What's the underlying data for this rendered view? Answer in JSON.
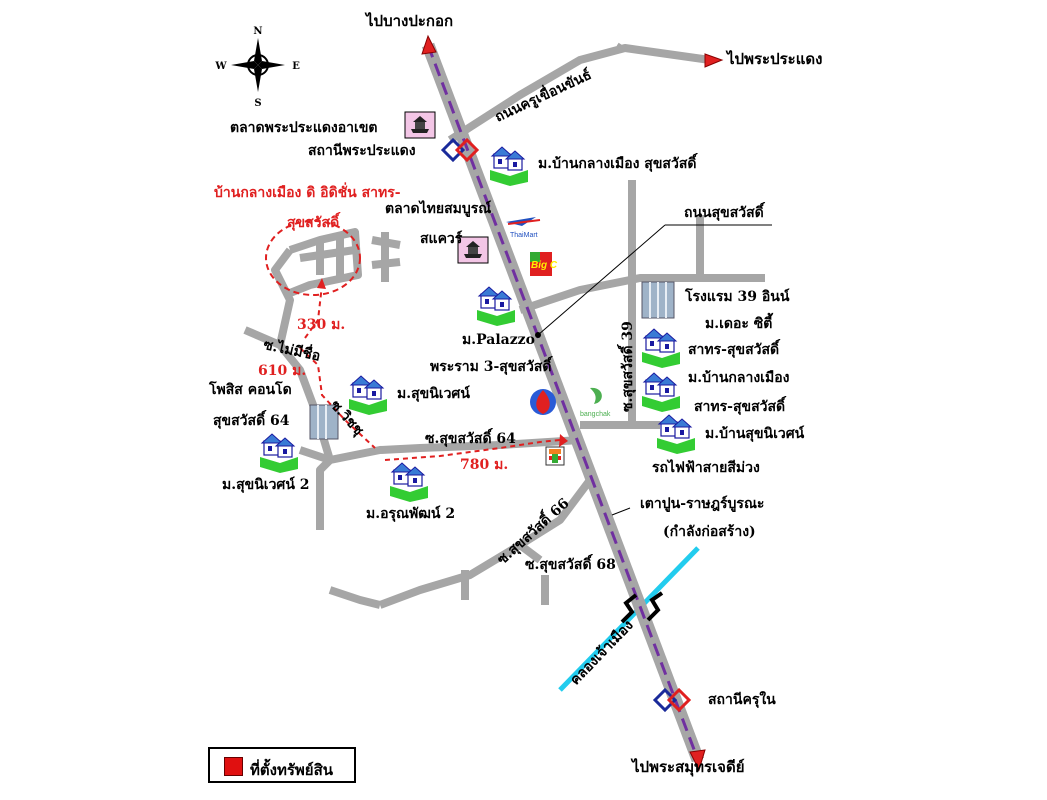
{
  "compass": {
    "n": "N",
    "s": "S",
    "e": "E",
    "w": "W"
  },
  "labels": {
    "to_bang_pakok": "ไปบางปะกอก",
    "to_phra_pradaeng": "ไปพระประแดง",
    "to_samut_prakan": "ไปพระสมุทรเจดีย์",
    "road_khueankhan": "ถนนครูเขื่อนขันธ์",
    "market_phra_pradaeng": "ตลาดพระประแดงอาเขต",
    "station_phra_pradaeng": "สถานีพระประแดง",
    "village_bankmuang": "ม.บ้านกลางเมือง สุขสวัสดิ์",
    "project_name": "บ้านกลางเมือง ดิ อิดิชั่น สาทร-",
    "project_name_2": "สุขสวัสดิ์",
    "thai_somboon_1": "ตลาดไทยสมบูรณ์",
    "thai_somboon_2": "สแควร์",
    "road_suksawat": "ถนนสุขสวัสดิ์",
    "hotel_39": "โรงแรม 39 อินน์",
    "soi_39": "ซ.สุขสวัสดิ์ 39",
    "the_city": "ม.เดอะ ซิตี้",
    "palazzo": "ม.Palazzo",
    "rama3": "พระราม 3-สุขสวัสดิ์",
    "sathorn_suksawat": "สาทร-สุขสวัสดิ์",
    "bankmuang_2a": "ม.บ้านกลางเมือง",
    "bankmuang_2b": "สาทร-สุขสวัสดิ์",
    "suknivet_home": "ม.บ้านสุขนิเวศน์",
    "dist_330": "330 ม.",
    "dist_610": "610 ม.",
    "dist_780": "780 ม.",
    "soi_maimee": "ซ.ไม่มีชื่อ",
    "phosit_1": "โพสิส คอนโด",
    "phosit_2": "สุขสวัสดิ์ 64",
    "suknivet": "ม.สุขนิเวศน์",
    "soi_witchu": "ซ.วิชชุ",
    "soi_64": "ซ.สุขสวัสดิ์ 64",
    "purple_line": "รถไฟฟ้าสายสีม่วง",
    "route_1": "เตาปูน-ราษฎร์บูรณะ",
    "route_2": "(กำลังก่อสร้าง)",
    "suknivet_2": "ม.สุขนิเวศน์ 2",
    "arunphat_2": "ม.อรุณพัฒน์ 2",
    "soi_66": "ซ.สุขสวัสดิ์ 66",
    "soi_68": "ซ.สุขสวัสดิ์ 68",
    "canal": "คลองเจ้าเมือง",
    "station_kru_nai": "สถานีครุใน",
    "big_c": "Big C",
    "tops_logo": "ThaiMart",
    "bangchak": "bangchak"
  },
  "legend": {
    "label": "ที่ตั้งทรัพย์สิน",
    "swatch_color": "#e01010"
  },
  "colors": {
    "road": "#a6a6a6",
    "purple_line": "#7030a0",
    "canal": "#22ccee",
    "red": "#e02020",
    "house_green": "#33cc33"
  }
}
